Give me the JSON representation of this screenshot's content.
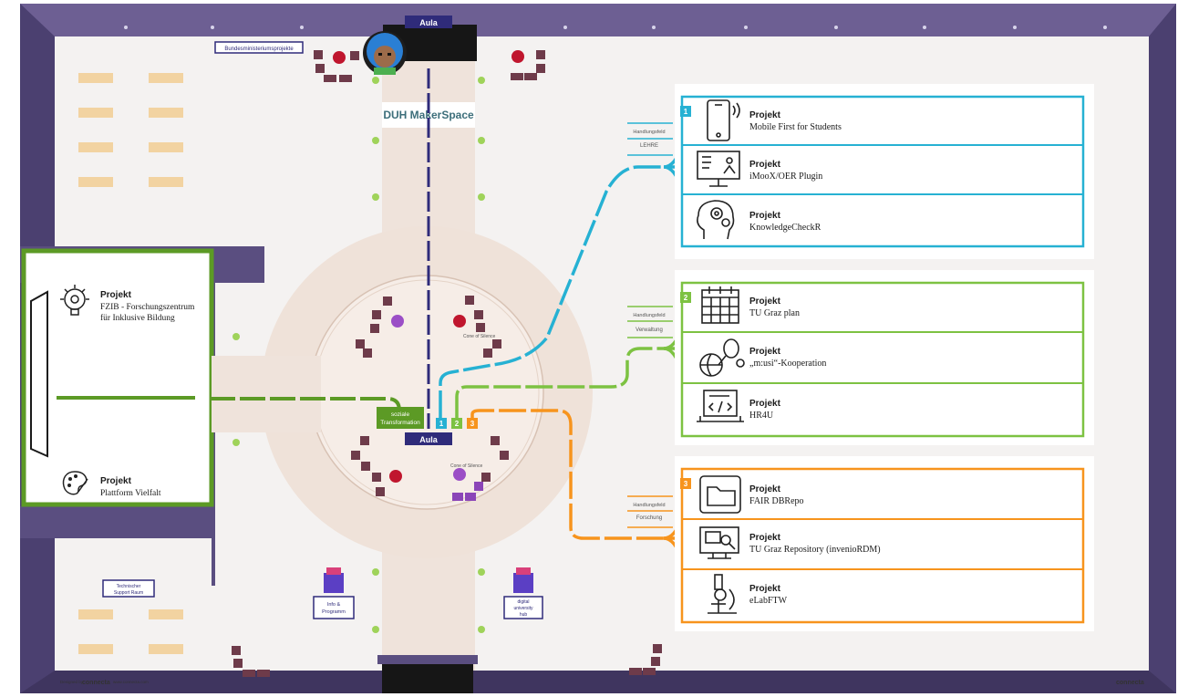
{
  "labels": {
    "aula_top": "Aula",
    "aula_center": "Aula",
    "ministry": "Bundesministeriumsprojekte",
    "makerspace": "DUH MakerSpace",
    "cone_top": "Cone of Silence",
    "cone_bottom": "Cone of Silence",
    "social_line1": "soziale",
    "social_line2": "Transformation",
    "info_line1": "Info &",
    "info_line2": "Programm",
    "digital_line1": "digital",
    "digital_line2": "university",
    "digital_line3": "hub",
    "support_line1": "Technischer",
    "support_line2": "Support Raum",
    "designed_by": "Designed by",
    "brand": "connecta",
    "website": "www.connecta.com",
    "brand_corner": "connecta"
  },
  "colors": {
    "blue": "#26b1d3",
    "green": "#7dc242",
    "orange": "#f7941d",
    "dark_green": "#5c9a25",
    "navy": "#2f2b7a",
    "wall": "#5a4e80"
  },
  "fields": [
    {
      "id": "lehre",
      "tag": "Handlungsfeld",
      "name": "LEHRE",
      "number": "1",
      "color": "#26b1d3"
    },
    {
      "id": "verwaltung",
      "tag": "Handlungsfeld",
      "name": "Verwaltung",
      "number": "2",
      "color": "#7dc242"
    },
    {
      "id": "forschung",
      "tag": "Handlungsfeld",
      "name": "Forschung",
      "number": "3",
      "color": "#f7941d"
    }
  ],
  "projects": [
    {
      "kicker": "Projekt",
      "name": "Mobile First for Students",
      "icon": "smartphone-icon"
    },
    {
      "kicker": "Projekt",
      "name": "iMooX/OER Plugin",
      "icon": "presentation-screen-icon"
    },
    {
      "kicker": "Projekt",
      "name": "KnowledgeCheckR",
      "icon": "brain-gear-icon"
    },
    {
      "kicker": "Projekt",
      "name": "TU Graz plan",
      "icon": "calendar-icon"
    },
    {
      "kicker": "Projekt",
      "name": "„m:usi“-Kooperation",
      "icon": "sports-icon"
    },
    {
      "kicker": "Projekt",
      "name": "HR4U",
      "icon": "code-monitor-icon"
    },
    {
      "kicker": "Projekt",
      "name": "FAIR DBRepo",
      "icon": "folder-icon"
    },
    {
      "kicker": "Projekt",
      "name": "TU Graz Repository (invenioRDM)",
      "icon": "repository-monitor-icon"
    },
    {
      "kicker": "Projekt",
      "name": "eLabFTW",
      "icon": "microscope-icon"
    }
  ],
  "left_projects": [
    {
      "kicker": "Projekt",
      "name_line1": "FZIB - Forschungszentrum",
      "name_line2": "für Inklusive Bildung",
      "icon": "lightbulb-gear-icon"
    },
    {
      "kicker": "Projekt",
      "name_line1": "Plattform Vielfalt",
      "name_line2": "",
      "icon": "palette-icon"
    }
  ]
}
